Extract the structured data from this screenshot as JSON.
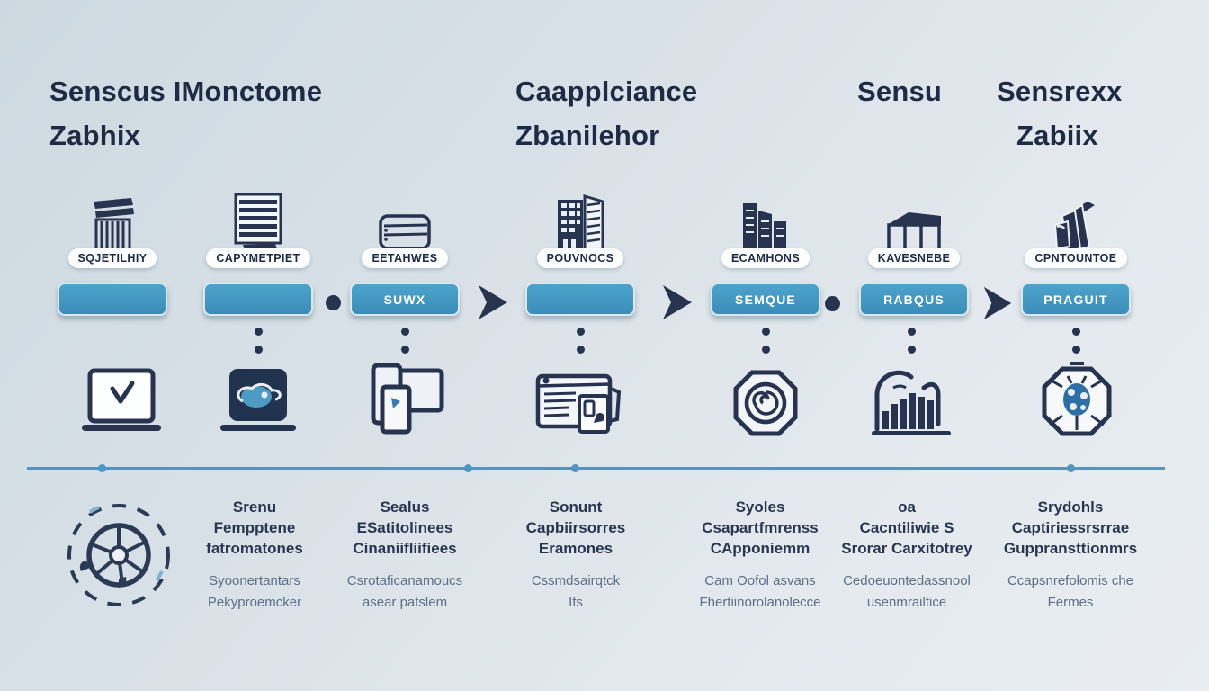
{
  "headings": {
    "top_left_line1": "Senscus IMonctome",
    "top_left_line2": "Zabhix",
    "top_center_line1": "Caapplciance",
    "top_center_line2": "Zbanilehor",
    "top_right_1": "Sensu",
    "top_right_2_line1": "Sensrexx",
    "top_right_2_line2": "Zabiix"
  },
  "colors": {
    "background": "#d8e0e7",
    "navy_text": "#1f2a45",
    "button_blue": "#4597c2",
    "separator_blue": "#4e96c6",
    "badge_bg": "#fbfdfe",
    "light_text": "#5d6e86",
    "bug_blue": "#2f6fa8",
    "cloud_blue": "#4d9ac2"
  },
  "columns": [
    {
      "icon": "column-document-icon",
      "badge": "SQJETILHIY",
      "button": ""
    },
    {
      "icon": "lined-document-icon",
      "badge": "CAPYMETPIET",
      "button": ""
    },
    {
      "icon": "server-stack-icon",
      "badge": "EETAHWES",
      "button": "SUWX"
    },
    {
      "icon": "city-buildings-icon",
      "badge": "POUVNOCS",
      "button": ""
    },
    {
      "icon": "skyline-icon",
      "badge": "ECAMHONS",
      "button": "SEMQUE"
    },
    {
      "icon": "warehouse-icon",
      "badge": "KAVESNEBE",
      "button": "RABQUS"
    },
    {
      "icon": "stacked-boxes-icon",
      "badge": "CPNTOUNTOE",
      "button": "PRAGUIT"
    }
  ],
  "devices": [
    "laptop-check-icon",
    "laptop-cloud-icon",
    "overlapping-screens-icon",
    "browser-window-icon",
    "octagon-spiral-icon",
    "chart-arch-icon",
    "octagon-bug-icon"
  ],
  "bottom": {
    "cols": [
      {
        "bold": [
          "Srenu",
          "Fempptene",
          "fatromatones"
        ],
        "light": [
          "Syoonertantars",
          "Pekyproemcker"
        ]
      },
      {
        "bold": [
          "Sealus",
          "ESatitolinees",
          "Cinaniifliifiees"
        ],
        "light": [
          "Csrotaficanamoucs",
          "asear patslem"
        ]
      },
      {
        "bold": [
          "Sonunt",
          "Capbiirsorres",
          "Eramones"
        ],
        "light": [
          "Cssmdsairqtck",
          "Ifs"
        ]
      },
      {
        "bold": [
          "Syoles",
          "Csapartfmrenss",
          "CApponiemm"
        ],
        "light": [
          "Cam Oofol asvans",
          "Fhertiinorolanolecce"
        ]
      },
      {
        "bold": [
          "oa",
          "Cacntiliwie S",
          "Srorar Carxitotrey"
        ],
        "light": [
          "Cedoeuontedassnool",
          "usenmrailtice"
        ]
      },
      {
        "bold": [
          "Srydohls",
          "Captiriessrsrrae",
          "Guppransttionmrs"
        ],
        "light": [
          "Ccapsnrefolomis che",
          "Fermes"
        ]
      }
    ]
  }
}
